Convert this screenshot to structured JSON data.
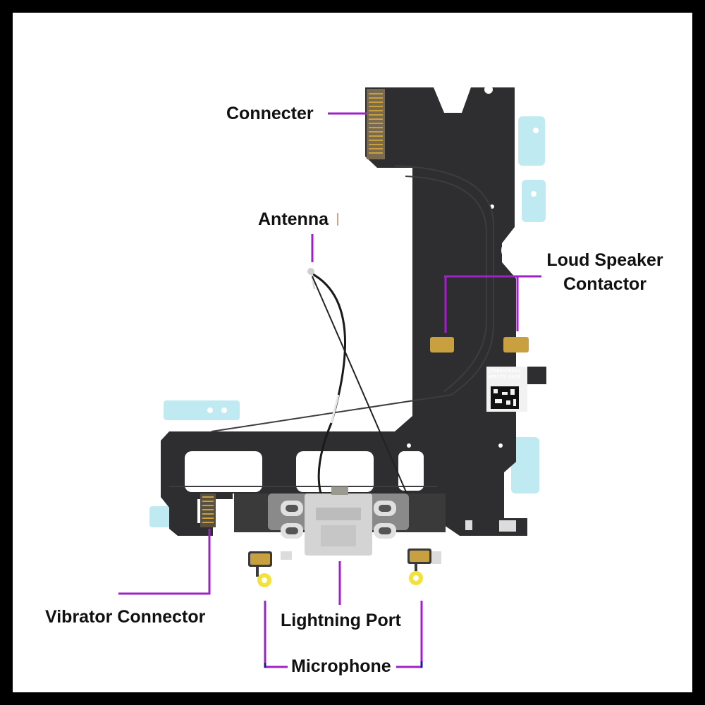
{
  "labels": {
    "connecter": "Connecter",
    "antenna": "Antenna",
    "loud_speaker_line1": "Loud Speaker",
    "loud_speaker_line2": "Contactor",
    "vibrator_connector": "Vibrator Connector",
    "lightning_port": "Lightning Port",
    "microphone": "Microphone"
  },
  "board_tag": {
    "line1": "DTN6405BN14",
    "line2": "HFR3TM-GKGM"
  },
  "colors": {
    "frame": "#000000",
    "background": "#ffffff",
    "pointer": "#a020c8",
    "board": "#2e2e30",
    "gasket": "#bfeaf2",
    "contact_gold": "#c8a040",
    "port_silver": "#d4d4d4"
  }
}
